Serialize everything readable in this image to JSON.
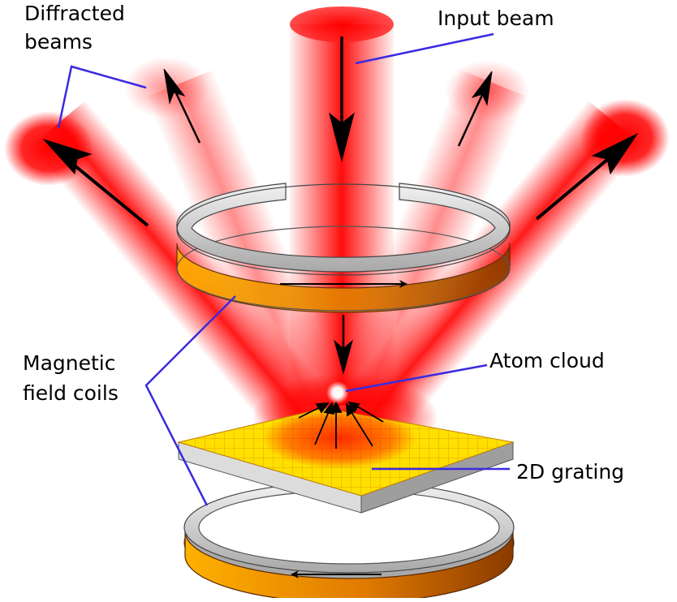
{
  "labels": {
    "diffracted_line1": "Diffracted",
    "diffracted_line2": "beams",
    "input_beam": "Input beam",
    "coils_line1": "Magnetic",
    "coils_line2": "field coils",
    "atom_cloud": "Atom cloud",
    "grating": "2D grating"
  },
  "colors": {
    "beam_red": "#ff0000",
    "leader_line": "#3a2ae0",
    "coil_copper_light": "#ffb000",
    "coil_copper_dark": "#9a3f00",
    "coil_steel": "#b8b8b8",
    "grating_yellow": "#ffe000",
    "grating_grid": "#e0a000"
  }
}
